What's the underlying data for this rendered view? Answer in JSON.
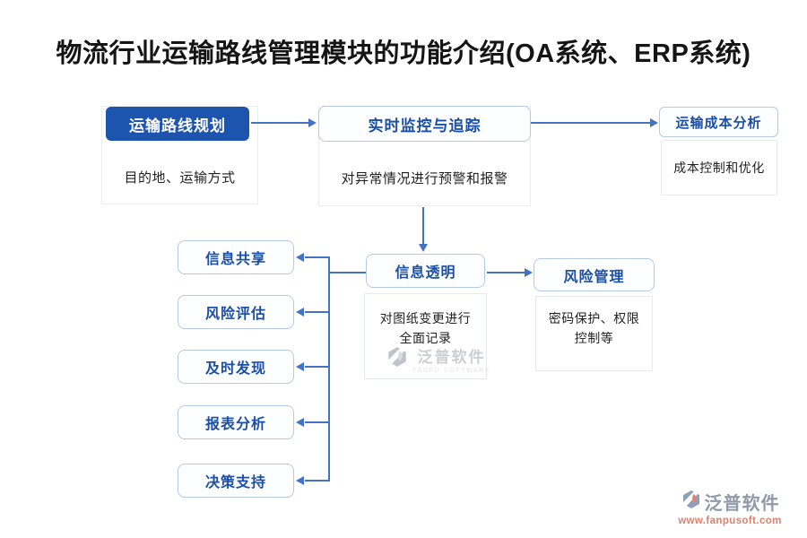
{
  "title": "物流行业运输路线管理模块的功能介绍(OA系统、ERP系统)",
  "nodes": {
    "route_planning": {
      "label": "运输路线规划",
      "desc": "目的地、运输方式"
    },
    "monitoring": {
      "label": "实时监控与追踪",
      "desc": "对异常情况进行预警和报警"
    },
    "cost_analysis": {
      "label": "运输成本分析",
      "desc": "成本控制和优化"
    },
    "info_transparency": {
      "label": "信息透明",
      "desc": "对图纸变更进行\n全面记录"
    },
    "risk_management": {
      "label": "风险管理",
      "desc": "密码保护、权限\n控制等"
    },
    "features": [
      {
        "label": "信息共享"
      },
      {
        "label": "风险评估"
      },
      {
        "label": "及时发现"
      },
      {
        "label": "报表分析"
      },
      {
        "label": "决策支持"
      }
    ]
  },
  "watermark": {
    "name": "泛普软件",
    "subtitle": "FANPU SOFTWARE"
  },
  "brand": {
    "name": "泛普软件",
    "url": "www.fanpusoft.com"
  },
  "colors": {
    "primary_blue": "#1d55ae",
    "node_blue": "#1b4fa7",
    "arrow": "#4472c4",
    "border_light": "#b7c9e8",
    "logo_salmon": "#d9826f",
    "logo_gray": "#8f9aa8"
  }
}
